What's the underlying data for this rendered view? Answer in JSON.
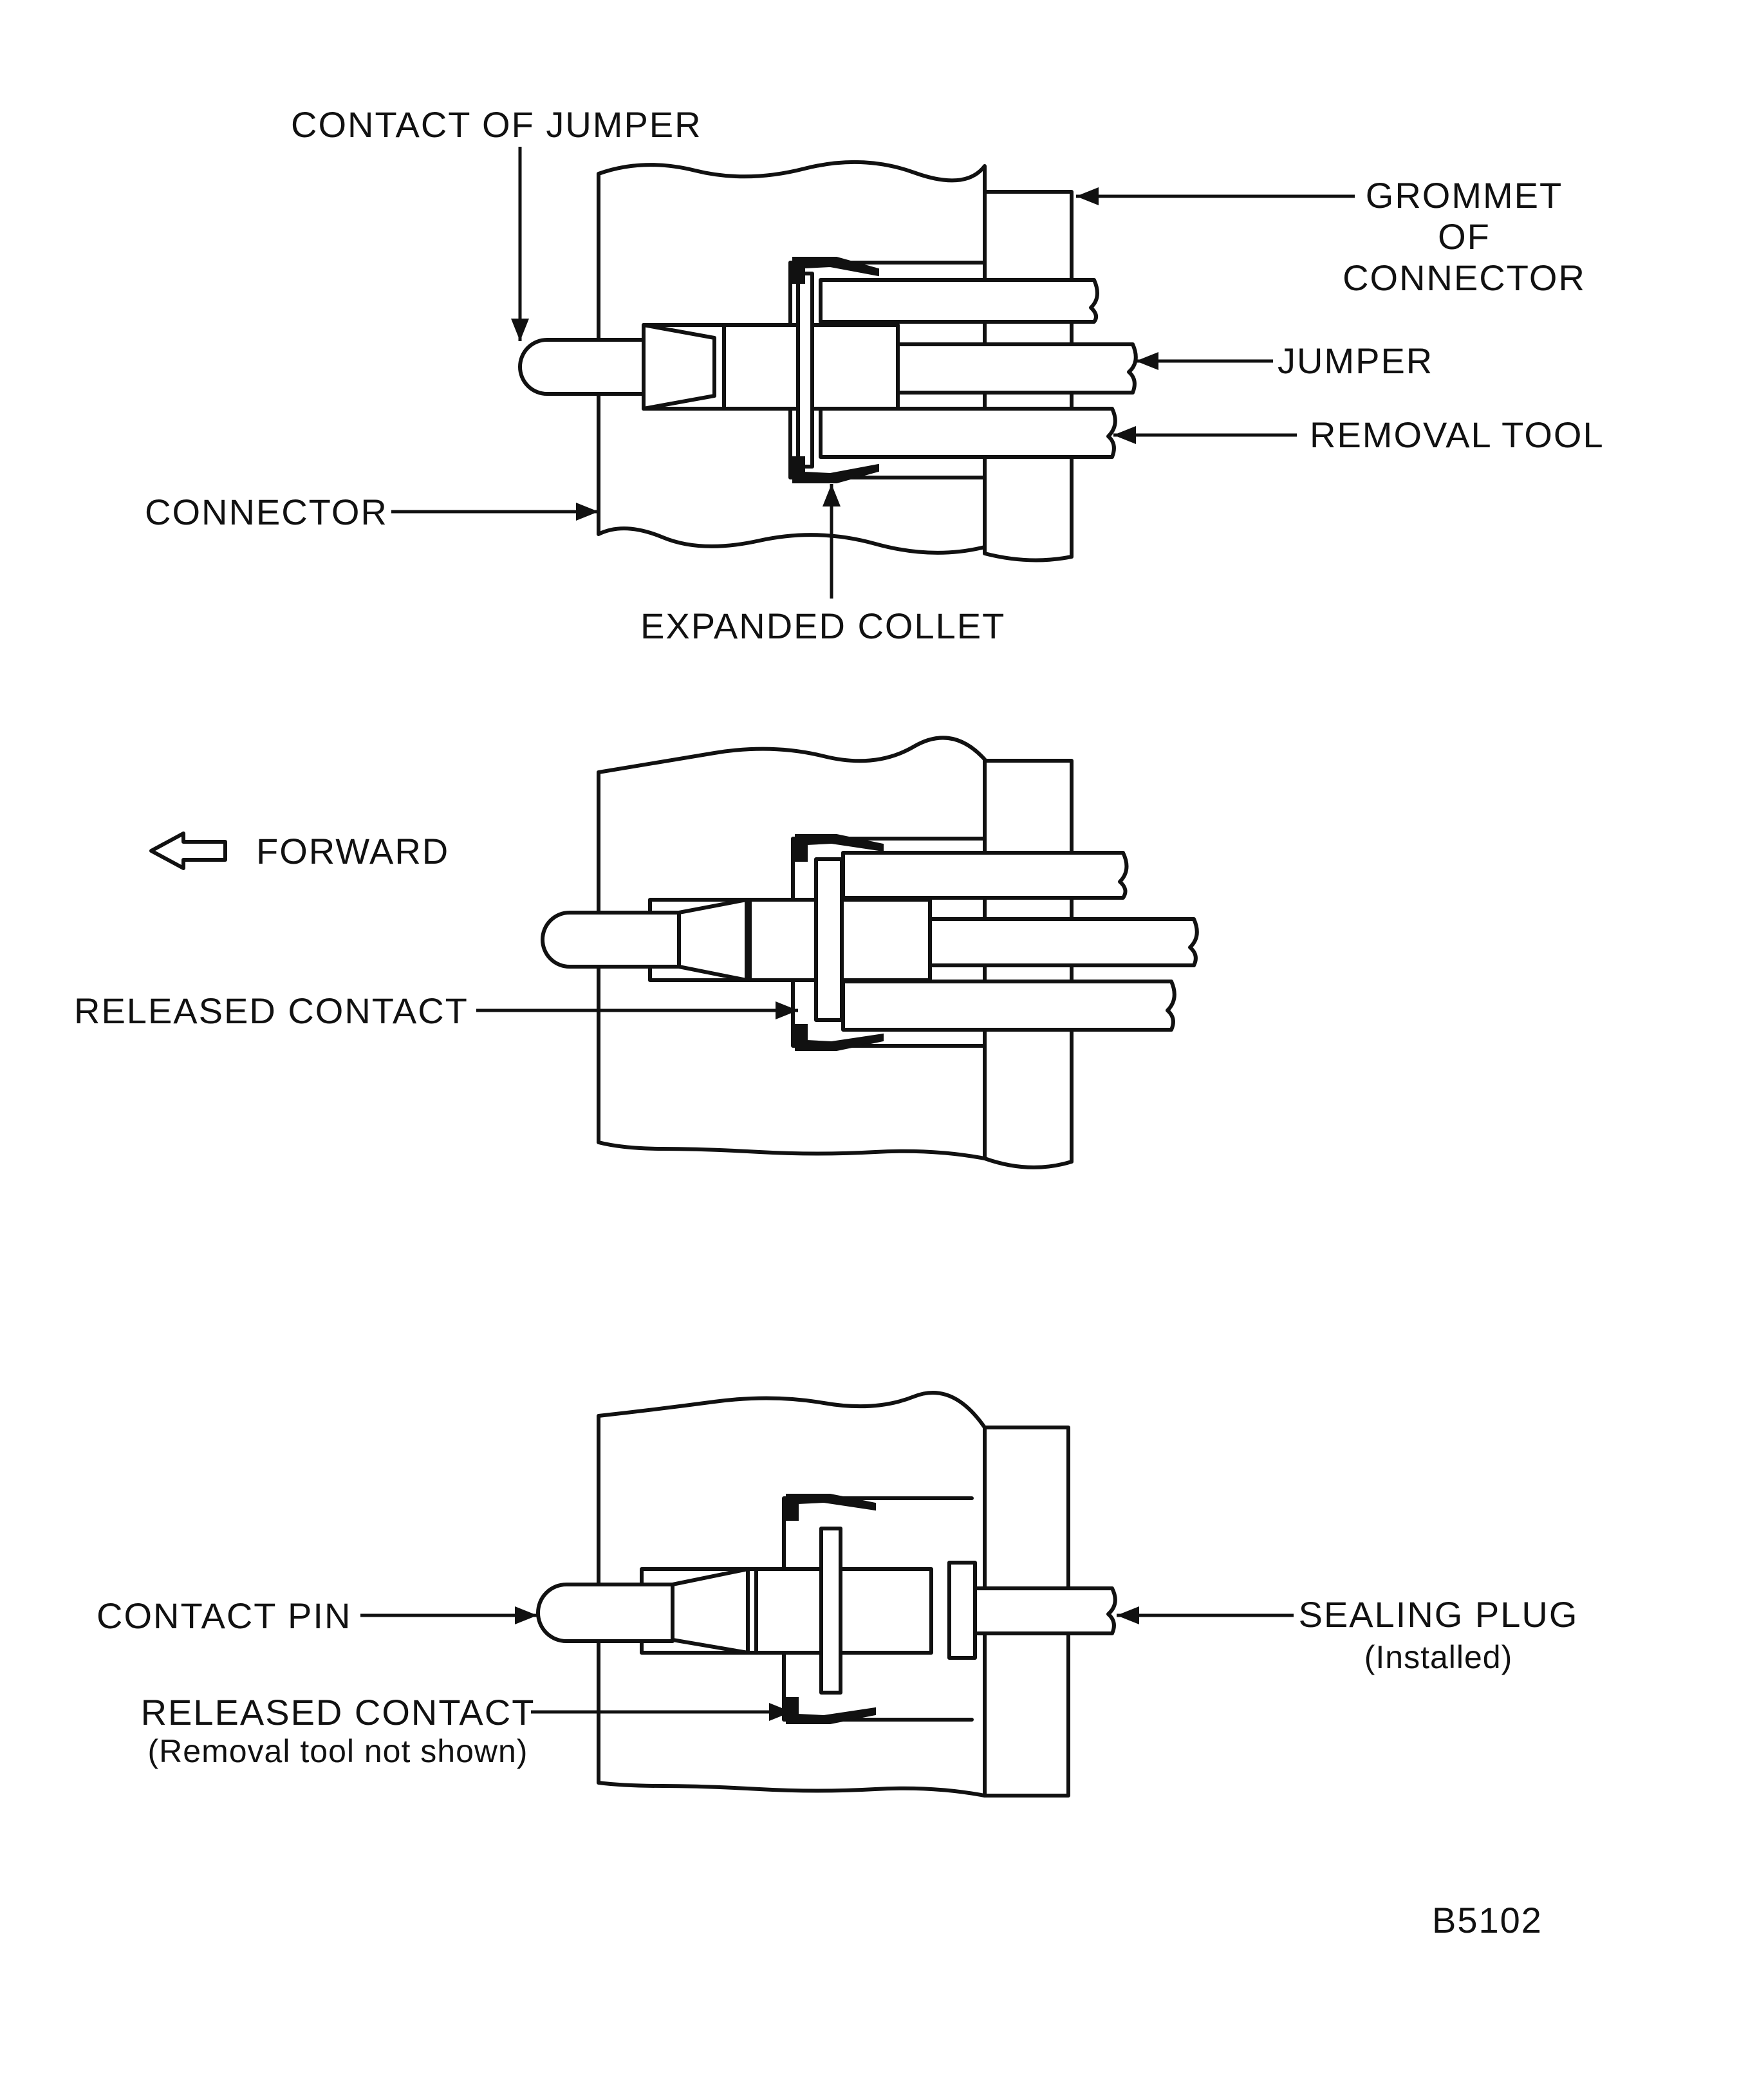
{
  "labels": {
    "contact_of_jumper": "CONTACT OF JUMPER",
    "grommet_line1": "GROMMET",
    "grommet_line2": "OF",
    "grommet_line3": "CONNECTOR",
    "jumper": "JUMPER",
    "removal_tool": "REMOVAL TOOL",
    "connector": "CONNECTOR",
    "expanded_collet": "EXPANDED COLLET",
    "forward": "FORWARD",
    "released_contact_mid": "RELEASED CONTACT",
    "contact_pin": "CONTACT PIN",
    "sealing_plug": "SEALING PLUG",
    "sealing_plug_note": "(Installed)",
    "released_contact_bottom": "RELEASED CONTACT",
    "released_contact_bottom_note": "(Removal tool not shown)",
    "figure_code": "B5102"
  },
  "icons": {
    "forward_arrow": "left-outline-arrow-icon"
  },
  "colors": {
    "ink": "#111111",
    "paper": "#ffffff"
  }
}
